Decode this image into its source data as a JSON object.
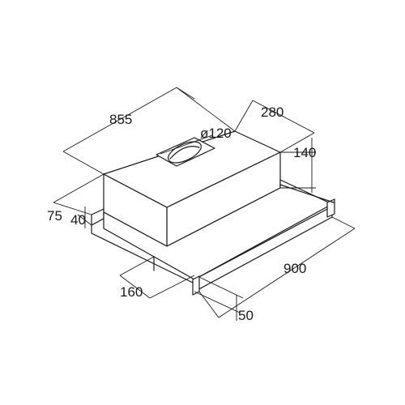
{
  "diagram": {
    "dimensions": {
      "width_top": "855",
      "depth": "280",
      "duct_diameter": "ø120",
      "height": "140",
      "front_depth": "75",
      "front_lip": "40",
      "tray_width": "900",
      "tray_offset": "160",
      "tray_height": "50"
    },
    "colors": {
      "line": "#1a1a1a",
      "background": "#ffffff"
    }
  }
}
